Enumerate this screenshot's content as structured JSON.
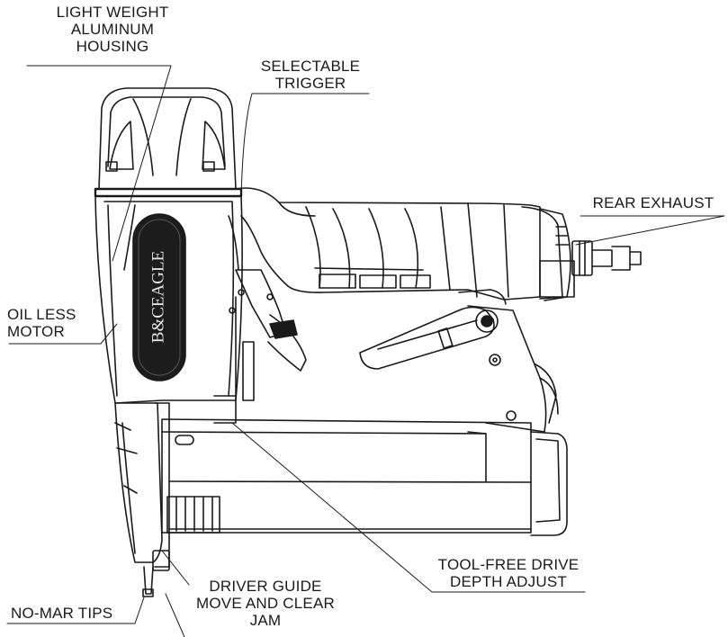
{
  "labels": {
    "housing": [
      "LIGHT WEIGHT",
      "ALUMINUM",
      "HOUSING"
    ],
    "trigger": [
      "SELECTABLE",
      "TRIGGER"
    ],
    "exhaust": "REAR EXHAUST",
    "motor": [
      "OIL LESS",
      "MOTOR"
    ],
    "depth": [
      "TOOL-FREE DRIVE",
      "DEPTH ADJUST"
    ],
    "driver": [
      "DRIVER GUIDE",
      "MOVE AND CLEAR",
      "JAM"
    ],
    "tips": "NO-MAR TIPS"
  },
  "brand": "B&CEAGLE",
  "colors": {
    "ink": "#1a1a1a",
    "badge": "#1c1c1c",
    "badge_text": "#e8e8e8"
  }
}
